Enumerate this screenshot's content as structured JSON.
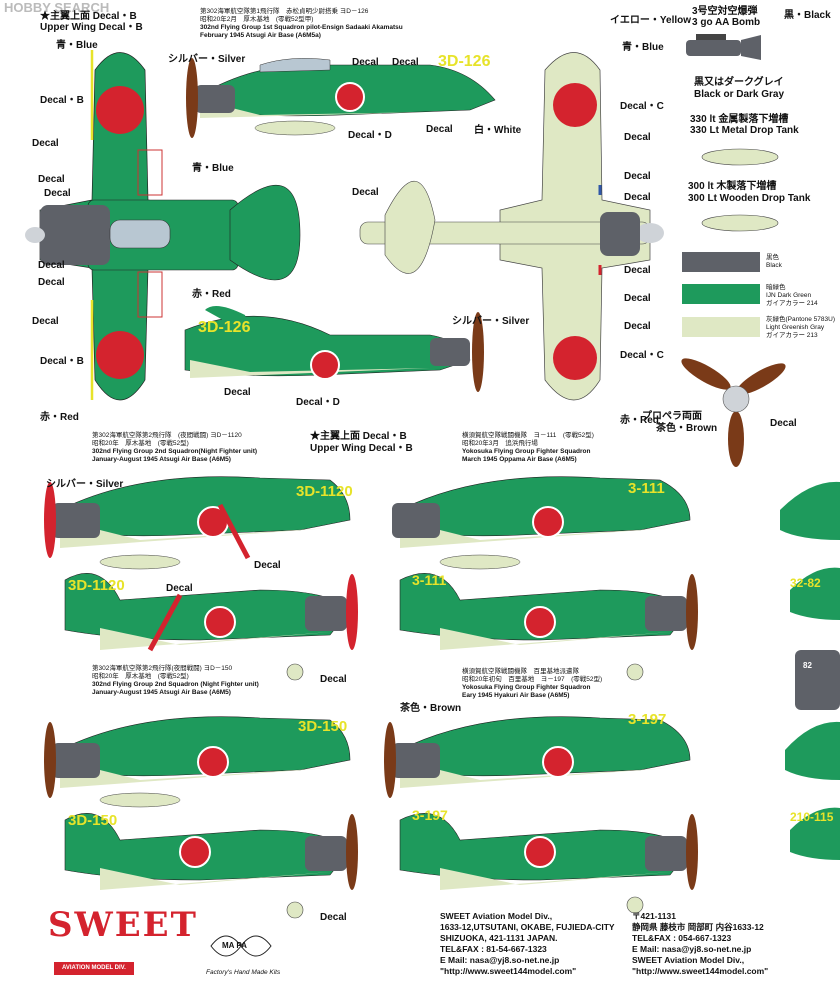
{
  "watermark": "HOBBY SEARCH",
  "top_left_title": "★主翼上面 Decal・B",
  "top_left_sub": "Upper Wing Decal・B",
  "colors": {
    "green": "#1e9a5c",
    "lightgreen": "#dfe8c4",
    "red": "#d4232e",
    "yellow": "#e7e32a",
    "gray": "#5e6168",
    "blue": "#3057a8",
    "brown": "#7a3a18",
    "white": "#ffffff",
    "decal_yellow": "#e8e63a"
  },
  "labels": {
    "blue_a": "青・Blue",
    "blue_b": "青・Blue",
    "blue_c": "青・Blue",
    "silver_a": "シルバー・Silver",
    "silver_b": "シルバー・Silver",
    "silver_c": "シルバー・Silver",
    "red_a": "赤・Red",
    "red_b": "赤・Red",
    "red_c": "赤・Red",
    "white_a": "白・White",
    "yellow": "イエロー・Yellow",
    "black_gray": "黒・Black",
    "decal": "Decal",
    "decal_b": "Decal・B",
    "decal_c": "Decal・C",
    "decal_d": "Decal・D",
    "brown_a": "茶色・Brown"
  },
  "bomb": {
    "ja": "3号空対空爆弾",
    "en": "3 go AA Bomb"
  },
  "bomb_color": {
    "ja": "黒又はダークグレイ",
    "en": "Black or Dark Gray"
  },
  "tank330": {
    "ja": "330 lt 金属製落下増槽",
    "en": "330 Lt Metal Drop Tank"
  },
  "tank300": {
    "ja": "300 lt 木製落下増槽",
    "en": "300 Lt Wooden Drop Tank"
  },
  "swatches": [
    {
      "ja": "黒色",
      "en": "Black"
    },
    {
      "ja": "暗緑色",
      "en": "IJN Dark Green",
      "extra": "ガイアカラー 214"
    },
    {
      "ja": "灰緑色(Pantone 5783U)",
      "en": "Light Greenish Gray",
      "extra": "ガイアカラー 213"
    }
  ],
  "propeller": {
    "ja": "プロペラ両面",
    "ja2": "茶色・Brown"
  },
  "captions": {
    "c1": [
      "第302海軍航空隊第1飛行隊　赤松貞明少尉搭乗 ヨD－126",
      "昭和20年2月　厚木基地　(零戦52型甲)",
      "302nd Flying Group 1st Squadron pilot-Ensign Sadaaki Akamatsu",
      "February 1945 Atsugi Air Base (A6M5a)"
    ],
    "c2": [
      "第302海軍航空隊第2飛行隊　(夜間戦闘) ヨD－1120",
      "昭和20年　厚木基地　(零戦52型)",
      "302nd Flying Group 2nd Squadron(Night Fighter unit)",
      "January-August 1945 Atsugi Air Base (A6M5)"
    ],
    "c3": [
      "横須賀航空隊戦闘機隊　ヨ－111　(零戦52型)",
      "昭和20年3月　追浜飛行場",
      "Yokosuka Flying Group Fighter Squadron",
      "March 1945 Oppama Air Base (A6M5)"
    ],
    "c4": [
      "第302海軍航空隊第2飛行隊(夜間戦闘) ヨD－150",
      "昭和20年　厚木基地　(零戦52型)",
      "302nd Flying Group 2nd Squadron (Night Fighter unit)",
      "January-August 1945 Atsugi Air Base (A6M5)"
    ],
    "c5": [
      "横須賀航空隊戦闘機隊　百里基地派遣隊",
      "昭和20年初旬　百里基地　ヨ－197　(零戦52型)",
      "Yokosuka Flying Group Fighter Squadron",
      "Eary 1945 Hyakuri Air Base (A6M5)"
    ]
  },
  "codes": {
    "a": "3D-126",
    "b": "3D-1120",
    "c": "3-111",
    "d": "3D-150",
    "e": "3-197",
    "f": "32-82",
    "g": "210-115",
    "h": "82"
  },
  "mid_title": "★主翼上面 Decal・B",
  "mid_sub": "Upper Wing Decal・B",
  "footer_en": [
    "SWEET Aviation Model Div.,",
    "1633-12,UTSUTANI, OKABE, FUJIEDA-CITY",
    "SHIZUOKA, 421-1131 JAPAN.",
    "TEL&FAX : 81-54-667-1323",
    "E Mail: nasa@yj8.so-net.ne.jp",
    "\"http://www.sweet144model.com\""
  ],
  "footer_ja": [
    "〒421-1131",
    "静岡県 藤枝市 岡部町 内谷1633-12",
    "TEL&FAX : 054-667-1323",
    "E Mail: nasa@yj8.so-net.ne.jp",
    "SWEET  Aviation Model Div.,",
    "\"http://www.sweet144model.com\""
  ],
  "brand": "SWEET",
  "brand_sub": "AVIATION MODEL DIV.",
  "mapa": "MA PA",
  "mapa_sub": "Factory's Hand Made Kits"
}
